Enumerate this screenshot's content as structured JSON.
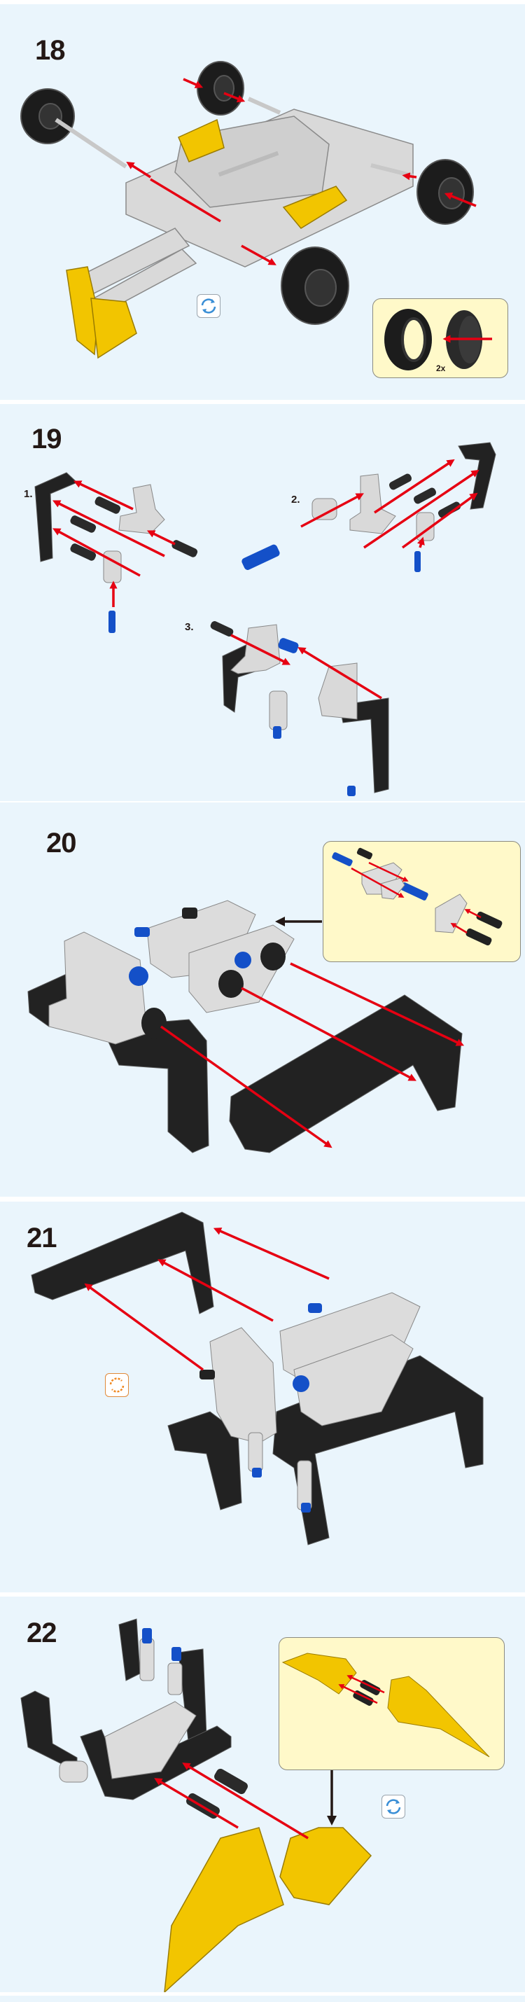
{
  "colors": {
    "background": "#eaf5fc",
    "arrow": "#e60012",
    "callout": "#fff9c9",
    "yellow_part": "#f2c500",
    "black_part": "#222222",
    "gray_part": "#d9d9d9",
    "blue_part": "#1450c8"
  },
  "steps": [
    {
      "number": "18",
      "callout_quantity": "2x",
      "icons": [
        "rotate-model-icon"
      ]
    },
    {
      "number": "19",
      "substeps": [
        "1.",
        "2.",
        "3."
      ]
    },
    {
      "number": "20"
    },
    {
      "number": "21",
      "icons": [
        "rotate-model-icon"
      ]
    },
    {
      "number": "22",
      "icons": [
        "rotate-model-icon"
      ]
    }
  ]
}
